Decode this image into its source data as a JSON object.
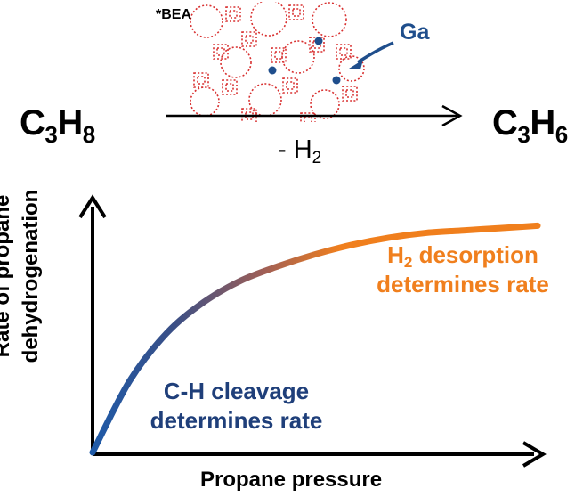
{
  "reaction": {
    "reactant": {
      "main": "C",
      "sub1": "3",
      "main2": "H",
      "sub2": "8"
    },
    "product": {
      "main": "C",
      "sub1": "3",
      "main2": "H",
      "sub2": "6"
    },
    "byproduct": {
      "prefix": "- H",
      "sub": "2"
    }
  },
  "zeolite": {
    "framework_label": "*BEA",
    "site_label": "Ga",
    "site_color": "#1f4e8c",
    "framework_color": "#d83030"
  },
  "plot": {
    "xlabel": "Propane pressure",
    "ylabel_line1": "Rate of propane",
    "ylabel_line2": "dehydrogenation",
    "curve_color_start": "#1e5aa8",
    "curve_color_end": "#f07f1d",
    "annotation_low": {
      "line1": "C-H cleavage",
      "line2": "determines rate",
      "color": "#1f3f7a"
    },
    "annotation_high": {
      "line1_prefix": "H",
      "line1_sub": "2",
      "line1_rest": " desorption",
      "line2": "determines rate",
      "color": "#f07f1d"
    }
  },
  "chart_data": {
    "type": "line",
    "title": "",
    "xlabel": "Propane pressure",
    "ylabel": "Rate of propane dehydrogenation",
    "series": [
      {
        "values": [
          0.0,
          0.3,
          0.5,
          0.63,
          0.72,
          0.78,
          0.83,
          0.87,
          0.9,
          0.92,
          0.93,
          0.94,
          0.95
        ]
      }
    ],
    "x": [
      0.0,
      0.1,
      0.2,
      0.3,
      0.4,
      0.5,
      0.6,
      0.7,
      0.8,
      0.9,
      1.0,
      1.1,
      1.2
    ],
    "grid": false
  }
}
